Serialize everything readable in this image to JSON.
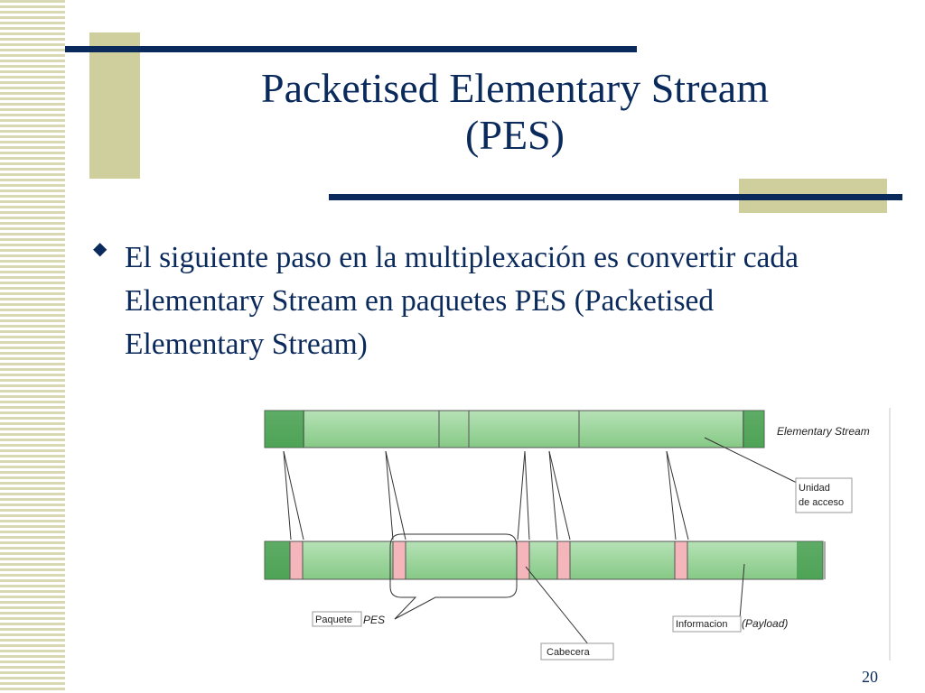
{
  "slide": {
    "title_line1": "Packetised Elementary Stream",
    "title_line2": "(PES)",
    "bullet_text": "El siguiente paso en la multiplexación es convertir cada Elementary Stream en paquetes PES (Packetised Elementary Stream)",
    "page_number": "20"
  },
  "diagram": {
    "labels": {
      "elementary_stream": "Elementary Stream",
      "unidad_line1": "Unidad",
      "unidad_line2": "de acceso",
      "paquete": "Paquete",
      "pes": "PES",
      "informacion": "Informacion",
      "payload": "(Payload)",
      "cabecera": "Cabecera"
    }
  },
  "colors": {
    "navy": "#0b2a5c",
    "olive": "#cfcf9e",
    "green_dark": "#2e8b3a",
    "green_light": "#9fd39f",
    "header_pink": "#f4b6bb"
  }
}
